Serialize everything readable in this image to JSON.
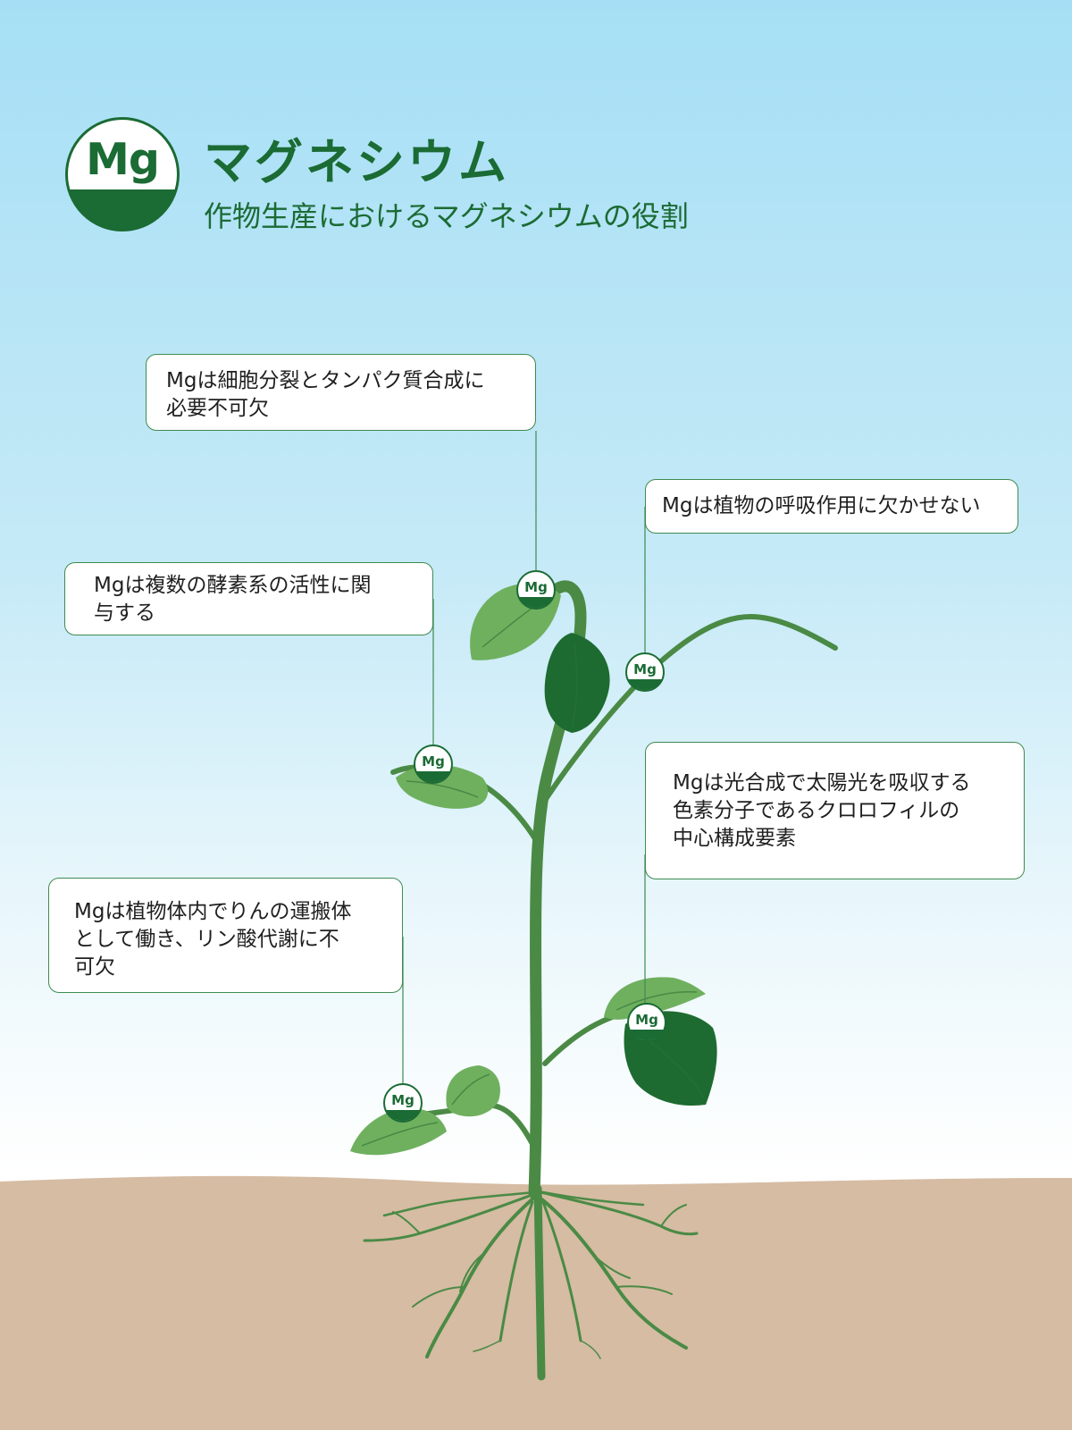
{
  "header": {
    "badge_symbol": "Mg",
    "title": "マグネシウム",
    "subtitle": "作物生産におけるマグネシウムの役割"
  },
  "marker_label": "Mg",
  "callouts": [
    {
      "id": "c1",
      "text": "Mgは細胞分裂とタンパク質合成に\n必要不可欠"
    },
    {
      "id": "c2",
      "text": "Mgは植物の呼吸作用に欠かせない"
    },
    {
      "id": "c3",
      "text": "Mgは複数の酵素系の活性に関\n与する"
    },
    {
      "id": "c4",
      "text": "Mgは光合成で太陽光を吸収する\n色素分子であるクロロフィルの\n中心構成要素"
    },
    {
      "id": "c5",
      "text": "Mgは植物体内でりんの運搬体\nとして働き、リン酸代謝に不\n可欠"
    }
  ],
  "colors": {
    "primary_green": "#1b6b34",
    "stem_green": "#4a8a45",
    "light_leaf": "#6fb05f",
    "dark_leaf": "#1e6b31",
    "sky_top": "#a6dff5",
    "soil": "#d5bca3"
  }
}
